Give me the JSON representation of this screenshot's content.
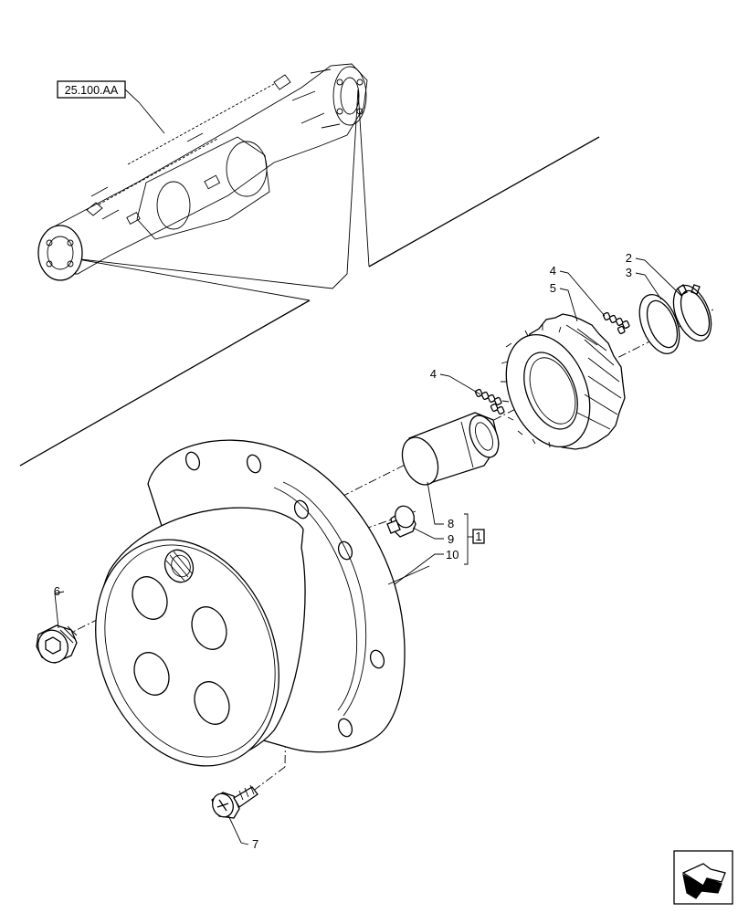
{
  "reference_label": "25.100.AA",
  "group_label": "1",
  "callouts": {
    "c2": "2",
    "c3": "3",
    "c4_top": "4",
    "c5": "5",
    "c4_mid": "4",
    "c6": "6",
    "c7": "7",
    "c8": "8",
    "c9": "9",
    "c10": "10"
  },
  "nav_icon": "next-page-arrow-icon"
}
